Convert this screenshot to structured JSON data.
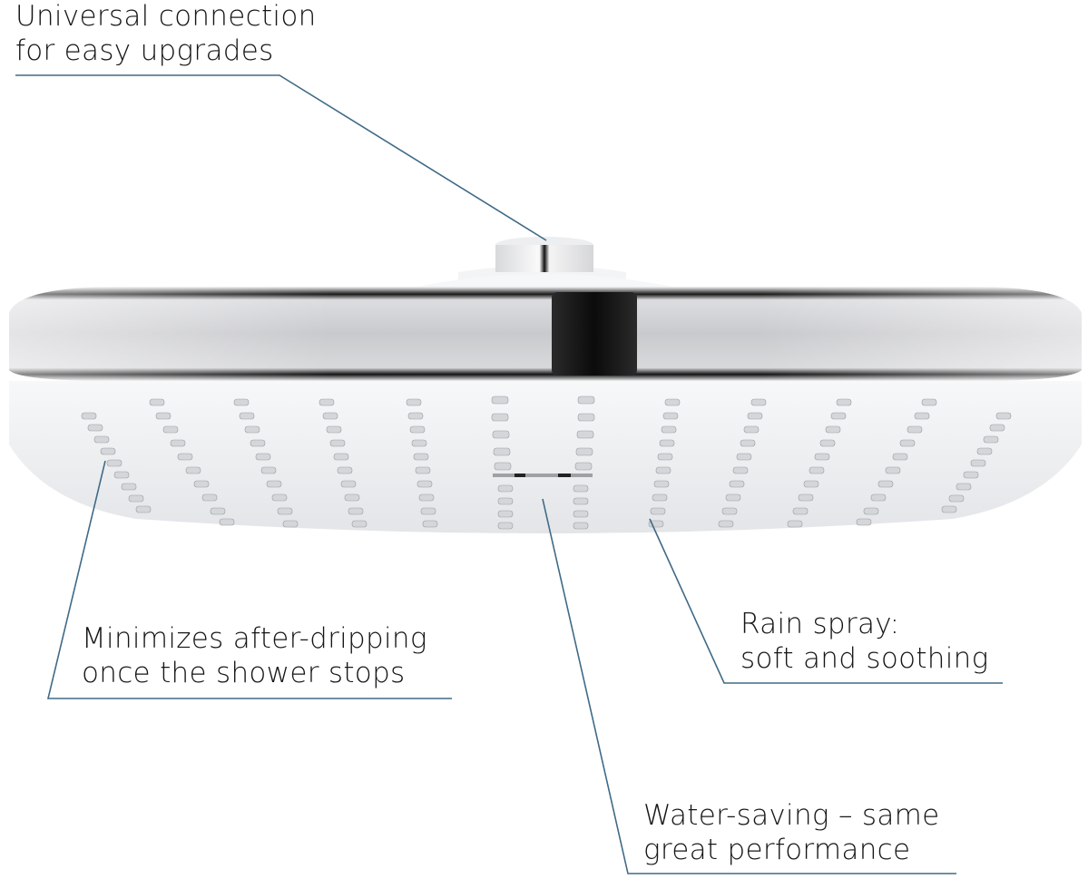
{
  "callouts": [
    {
      "id": "universal-connection",
      "lines": [
        "Universal connection",
        "for easy upgrades"
      ]
    },
    {
      "id": "after-dripping",
      "lines": [
        "Minimizes after-dripping",
        "once the shower stops"
      ]
    },
    {
      "id": "rain-spray",
      "lines": [
        "Rain spray:",
        "soft and soothing"
      ]
    },
    {
      "id": "water-saving",
      "lines": [
        "Water-saving – same",
        "great performance"
      ]
    }
  ],
  "colors": {
    "leader_line": "#3f6a86",
    "text": "#161616",
    "chrome_light": "#e8e9eb",
    "chrome_dark": "#111111",
    "face": "#eef0f2"
  },
  "product": {
    "name": "rain-shower-head",
    "nozzle_rows": 12
  }
}
